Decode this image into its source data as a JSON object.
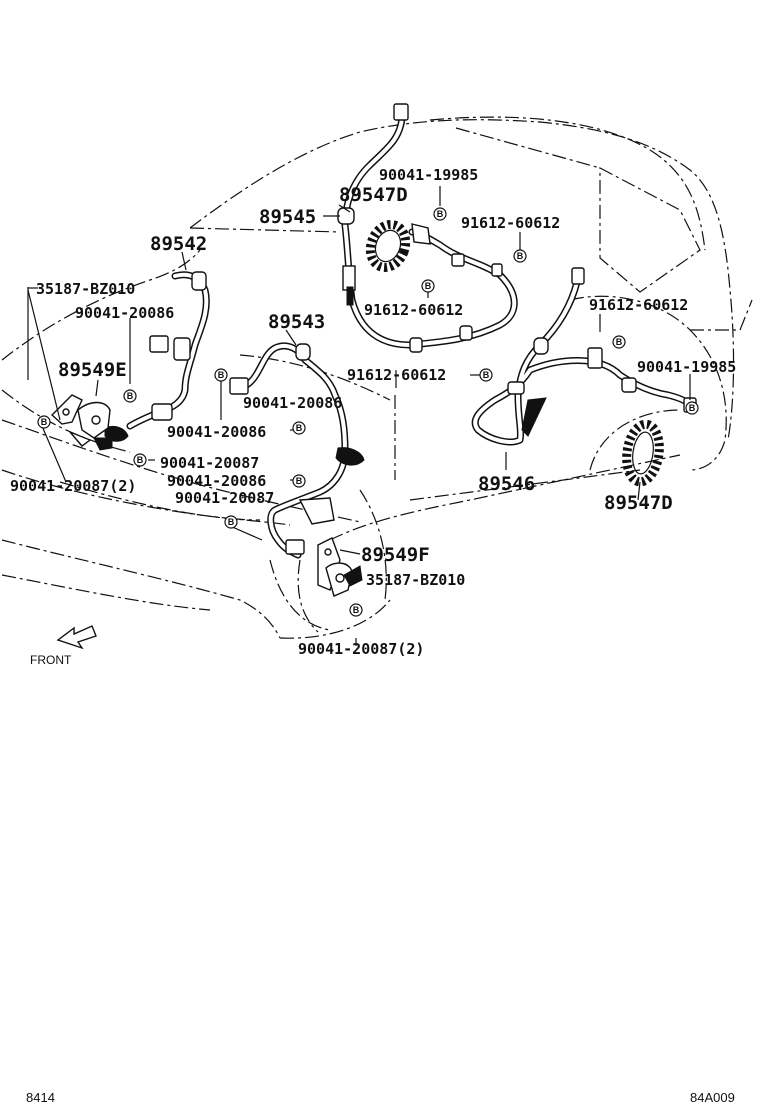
{
  "diagram": {
    "labels": {
      "p89545": "89545",
      "p89547d_top": "89547D",
      "p90041_19985_top": "90041-19985",
      "p91612_a": "91612-60612",
      "p91612_b": "91612-60612",
      "p91612_c": "91612-60612",
      "p91612_d": "91612-60612",
      "p89542": "89542",
      "p35187_left": "35187-BZ010",
      "p90041_20086_a": "90041-20086",
      "p89543": "89543",
      "p89549e": "89549E",
      "p90041_20086_b": "90041-20086",
      "p90041_20086_c": "90041-20086",
      "p90041_20087_a": "90041-20087",
      "p90041_20087_2_left": "90041-20087(2)",
      "p90041_20086_d": "90041-20086",
      "p90041_20087_b": "90041-20087",
      "p89549f": "89549F",
      "p35187_right": "35187-BZ010",
      "p90041_20087_2_bottom": "90041-20087(2)",
      "p89546": "89546",
      "p89547d_right": "89547D",
      "p90041_19985_right": "90041-19985",
      "front": "FRONT",
      "bolt_marker": "B"
    },
    "footer": {
      "left_code": "8414",
      "right_code": "84A009"
    }
  }
}
